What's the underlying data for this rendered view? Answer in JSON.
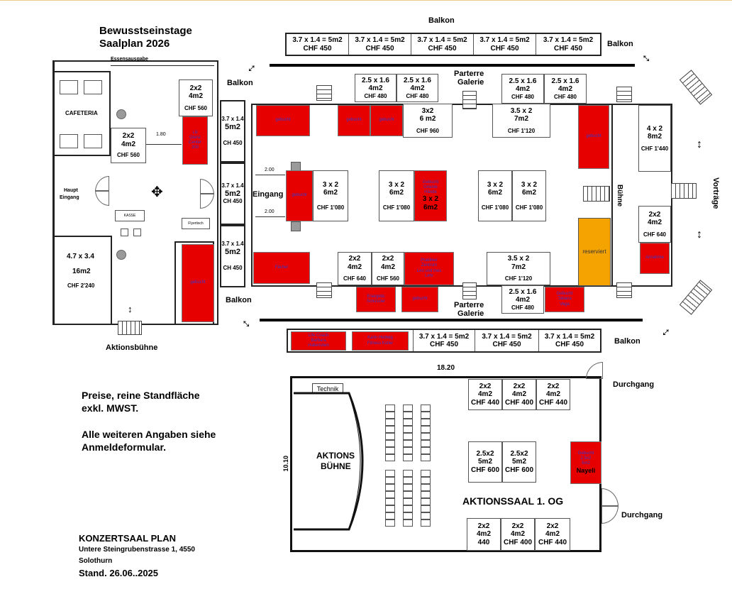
{
  "header": {
    "title": "Bewusstseinstage",
    "subtitle": "Saalplan 2026"
  },
  "labels": {
    "essensausgabe": "Essensausgabe",
    "cafeteria": "CAFETERIA",
    "haupt_eingang_1": "Haupt",
    "haupt_eingang_2": "Eingang",
    "kasse": "KASSE",
    "flyertisch": "Flyertisch",
    "aktionsbuehne_small": "Aktionsbühne",
    "balkon": "Balkon",
    "parterre": "Parterre",
    "galerie": "Galerie",
    "eingang": "Eingang",
    "buehne": "Bühne",
    "vortraege": "Vorträge",
    "dim_180": "1.80",
    "dim_200a": "2.00",
    "dim_200b": "2.00",
    "technik": "Technik",
    "aktions_buehne_1": "AKTIONS",
    "aktions_buehne_2": "BÜHNE",
    "aktionssaal": "AKTIONSSAAL 1. OG",
    "durchgang_1": "Durchgang",
    "durchgang_2": "Durchgang",
    "dim_1820": "18.20",
    "dim_1010": "10.10"
  },
  "info": {
    "line1": "Preise, reine Standfläche",
    "line2": "exkl. MWST.",
    "line3": "Alle weiteren Angaben siehe",
    "line4": "Anmeldeformular."
  },
  "footer": {
    "title": "KONZERTSAAL PLAN",
    "address": "Untere Steingrubenstrasse 1, 4550",
    "city": "Solothurn",
    "stand": "Stand. 26.06..2025"
  },
  "booths": {
    "bt1": {
      "l1": "3.7 x 1.4 = 5m2",
      "l2": "CHF 450"
    },
    "bt2": {
      "l1": "3.7 x 1.4 = 5m2",
      "l2": "CHF 450"
    },
    "bt3": {
      "l1": "3.7 x 1.4 = 5m2",
      "l2": "CHF 450"
    },
    "bt4": {
      "l1": "3.7 x 1.4 = 5m2",
      "l2": "CHF 450"
    },
    "bt5": {
      "l1": "3.7 x 1.4 = 5m2",
      "l2": "CHF 450"
    },
    "bb1": {
      "l1": "Life Coach",
      "l2": "Barbara",
      "l3": "Hallenstein"
    },
    "bb2": {
      "l1": "Karin Hedwig",
      "l2": "Fitness Koller"
    },
    "bb3": {
      "l1": "3.7 x 1.4 = 5m2",
      "l2": "CHF 450"
    },
    "bb4": {
      "l1": "3.7 x 1.4 = 5m2",
      "l2": "CHF 450"
    },
    "bb5": {
      "l1": "3.7 x 1.4 = 5m2",
      "l2": "CHF 450"
    },
    "bl1": {
      "l1": "3.7 x 1.4",
      "l2": "5m2",
      "l3": "CH 450"
    },
    "bl2": {
      "l1": "3.7 x 1.4",
      "l2": "5m2",
      "l3": "CH 450"
    },
    "bl3": {
      "l1": "3.7 x 1.4",
      "l2": "5m2",
      "l3": "CH 450"
    },
    "tg1": {
      "l1": "2.5 x 1.6",
      "l2": "4m2",
      "l3": "CHF 480"
    },
    "tg2": {
      "l1": "2.5 x 1.6",
      "l2": "4m2",
      "l3": "CHF 480"
    },
    "tg3": {
      "l1": "2.5 x 1.6",
      "l2": "4m2",
      "l3": "CHF 480"
    },
    "tg4": {
      "l1": "2.5 x 1.6",
      "l2": "4m2",
      "l3": "CHF 480"
    },
    "r_top1": {
      "l1": "gebucht"
    },
    "r_top2": {
      "l1": "gebucht"
    },
    "r_top3": {
      "l1": "gebucht"
    },
    "m_top1": {
      "l1": "3x2",
      "l2": "6 m2",
      "l3": "CHF 960"
    },
    "m_top2": {
      "l1": "3.5 x 2",
      "l2": "7m2",
      "l3": "CHF 1'120"
    },
    "r_top4": {
      "l1": "gebucht"
    },
    "r_eing": {
      "l1": "gebucht"
    },
    "c1": {
      "l1": "3 x 2",
      "l2": "6m2",
      "l3": "CHF 1'080"
    },
    "c2": {
      "l1": "3 x 2",
      "l2": "6m2",
      "l3": "CHF 1'080"
    },
    "c3": {
      "l1": "Gebucht",
      "l2": "Oriente",
      "l3": "Hände",
      "l4": "3 x 2",
      "l5": "6m2"
    },
    "c4": {
      "l1": "3 x 2",
      "l2": "6m2",
      "l3": "CHF 1'080"
    },
    "c5": {
      "l1": "3 x 2",
      "l2": "6m2",
      "l3": "CHF 1'080"
    },
    "buehne_t": {
      "l1": "4 x 2",
      "l2": "8m2",
      "l3": "CHF 1'440"
    },
    "buehne_b": {
      "l1": "2x2",
      "l2": "4m2",
      "l3": "CHF 640"
    },
    "reserviert": {
      "l1": "reserviert"
    },
    "r_bue": {
      "l1": "Annahme"
    },
    "r_bot1": {
      "l1": "Fächer"
    },
    "mb1": {
      "l1": "2x2",
      "l2": "4m2",
      "l3": "CHF 640"
    },
    "mb2": {
      "l1": "2x2",
      "l2": "4m2",
      "l3": "CHF 560"
    },
    "r_bot2": {
      "l1": "Praktiker",
      "l2": "Zentrum",
      "l3": "Leo und Ines",
      "l4": "Lehr"
    },
    "mb3": {
      "l1": "3.5 x 2",
      "l2": "7m2",
      "l3": "CHF 1'120"
    },
    "r_g1": {
      "l1": "Energetic",
      "l2": "Schüssler"
    },
    "r_g2": {
      "l1": "gebucht"
    },
    "bg1": {
      "l1": "2.5 x 1.6",
      "l2": "4m2",
      "l3": "CHF 480"
    },
    "r_g3": {
      "l1": "Gebucht",
      "l2": "Tatiana",
      "l3": "Vega"
    },
    "caf1": {
      "l1": "2x2",
      "l2": "4m2",
      "l3": "CHF 560"
    },
    "caf2": {
      "l1": "2x2",
      "l2": "4m2",
      "l3": "CHF 560"
    },
    "caf_r1": {
      "l1": "Lili",
      "l2": "Glanz",
      "l3": "Center",
      "l4": "300"
    },
    "caf_r2": {
      "l1": "gebucht"
    },
    "aktionsb": {
      "l1": "4.7 x 3.4",
      "l2": "16m2",
      "l3": "CHF 2'240"
    },
    "a1": {
      "l1": "2x2",
      "l2": "4m2",
      "l3": "CHF 440"
    },
    "a2": {
      "l1": "2x2",
      "l2": "4m2",
      "l3": "CHF 400"
    },
    "a3": {
      "l1": "2x2",
      "l2": "4m2",
      "l3": "CHF 440"
    },
    "a4": {
      "l1": "2.5x2",
      "l2": "5m2",
      "l3": "CHF 600"
    },
    "a5": {
      "l1": "2.5x2",
      "l2": "5m2",
      "l3": "CHF 600"
    },
    "a_r": {
      "l1": "Gebucht",
      "l2": "2.5x2",
      "l3": "5m2",
      "l4": "Nayeli"
    },
    "a6": {
      "l1": "2x2",
      "l2": "4m2",
      "l3": "440"
    },
    "a7": {
      "l1": "2x2",
      "l2": "4m2",
      "l3": "CHF 400"
    },
    "a8": {
      "l1": "2x2",
      "l2": "4m2",
      "l3": "CHF 440"
    }
  },
  "colors": {
    "booked": "#e60000",
    "reserved": "#f5a300",
    "booked_text": "#3a3ad0"
  }
}
